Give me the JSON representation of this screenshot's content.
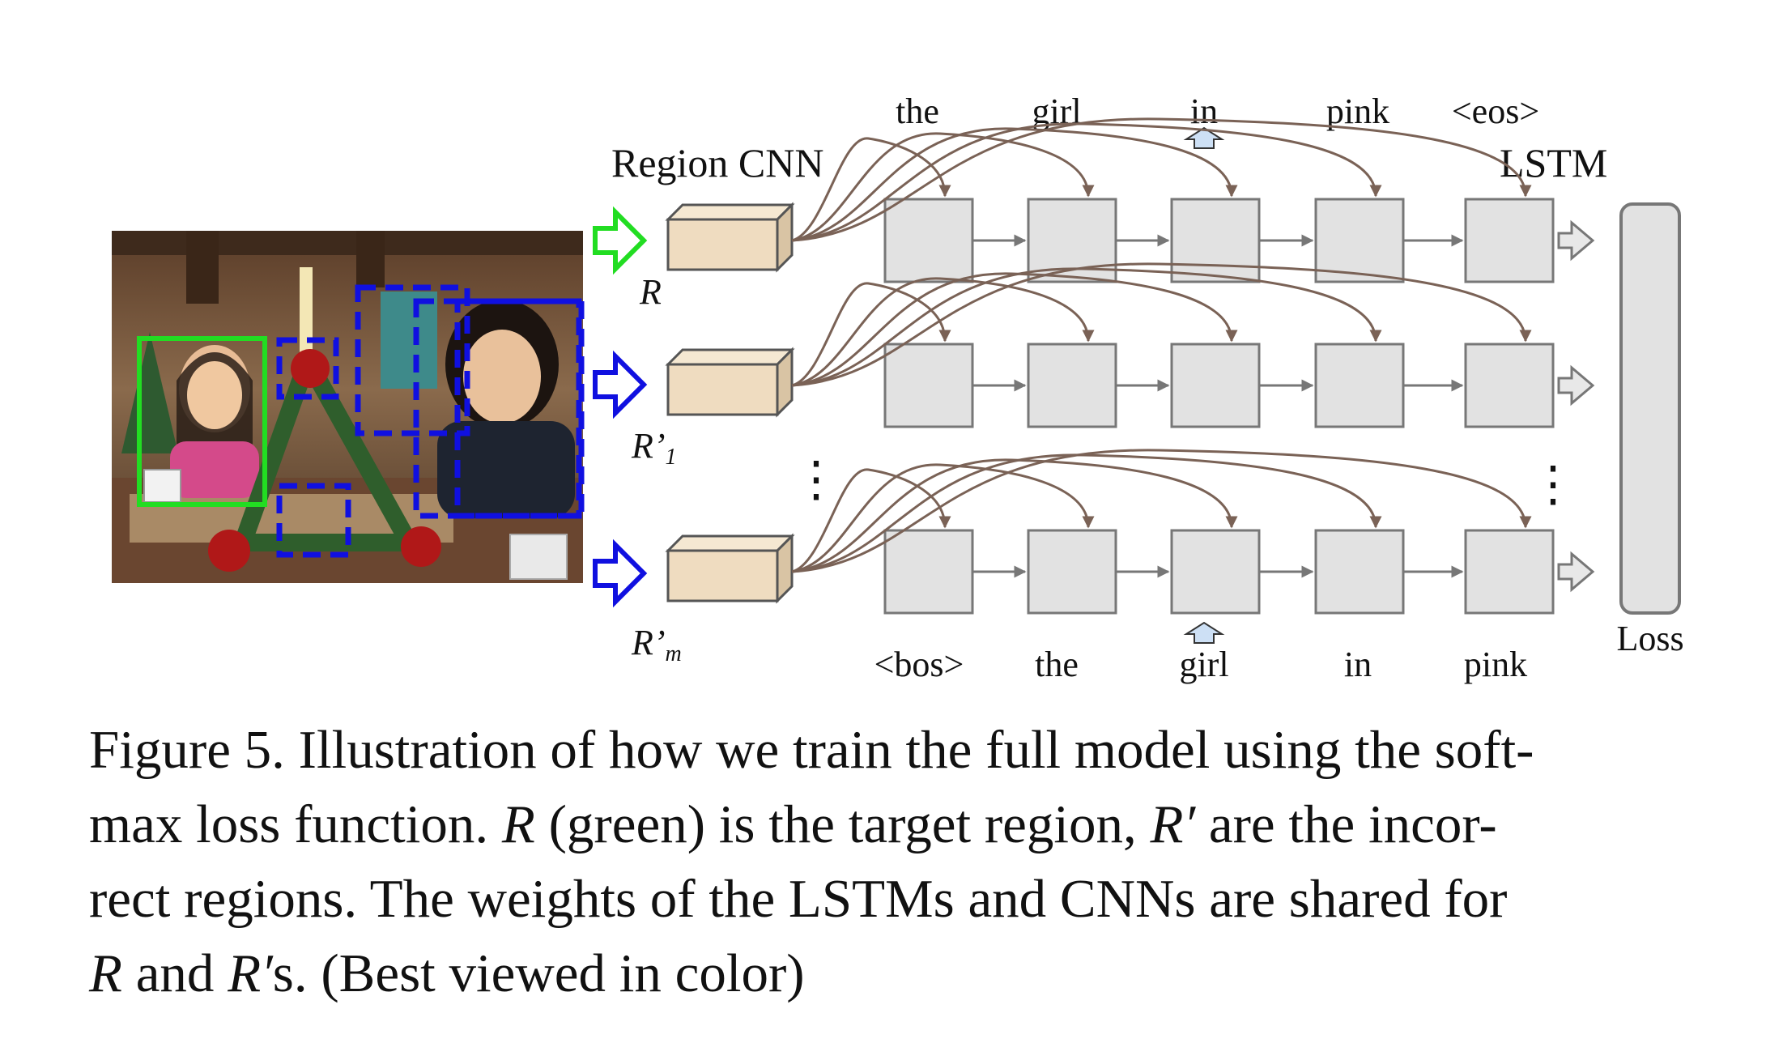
{
  "figure": {
    "region_cnn_label": "Region CNN",
    "lstm_label": "LSTM",
    "loss_label": "Loss",
    "region_labels": {
      "target": {
        "main": "R",
        "sub": ""
      },
      "first_incorrect": {
        "main": "R’",
        "sub": "1"
      },
      "last_incorrect": {
        "main": "R’",
        "sub": "m"
      }
    },
    "output_words": [
      "the",
      "girl",
      "in",
      "pink",
      "<eos>"
    ],
    "input_words": [
      "<bos>",
      "the",
      "girl",
      "in",
      "pink"
    ],
    "ellipsis": "⋮",
    "colors": {
      "target_region": "#22dd22",
      "incorrect_region": "#1010e0",
      "cnn_box": "#efdcc0",
      "lstm_cell": "#e2e2e2",
      "curve": "#7a6256",
      "small_arrow": "#cde0f5"
    }
  },
  "caption": {
    "line1": "Figure 5. Illustration of how we train the full model using the soft-",
    "line2_a": "max loss function. ",
    "line2_R": "R",
    "line2_b": " (green) is the target region, ",
    "line2_Rp": "R′",
    "line2_c": " are the incor-",
    "line3": "rect regions. The weights of the LSTMs and CNNs are shared for",
    "line4_R": "R",
    "line4_a": " and ",
    "line4_Rp": "R′",
    "line4_b": "s. (Best viewed in color)"
  }
}
